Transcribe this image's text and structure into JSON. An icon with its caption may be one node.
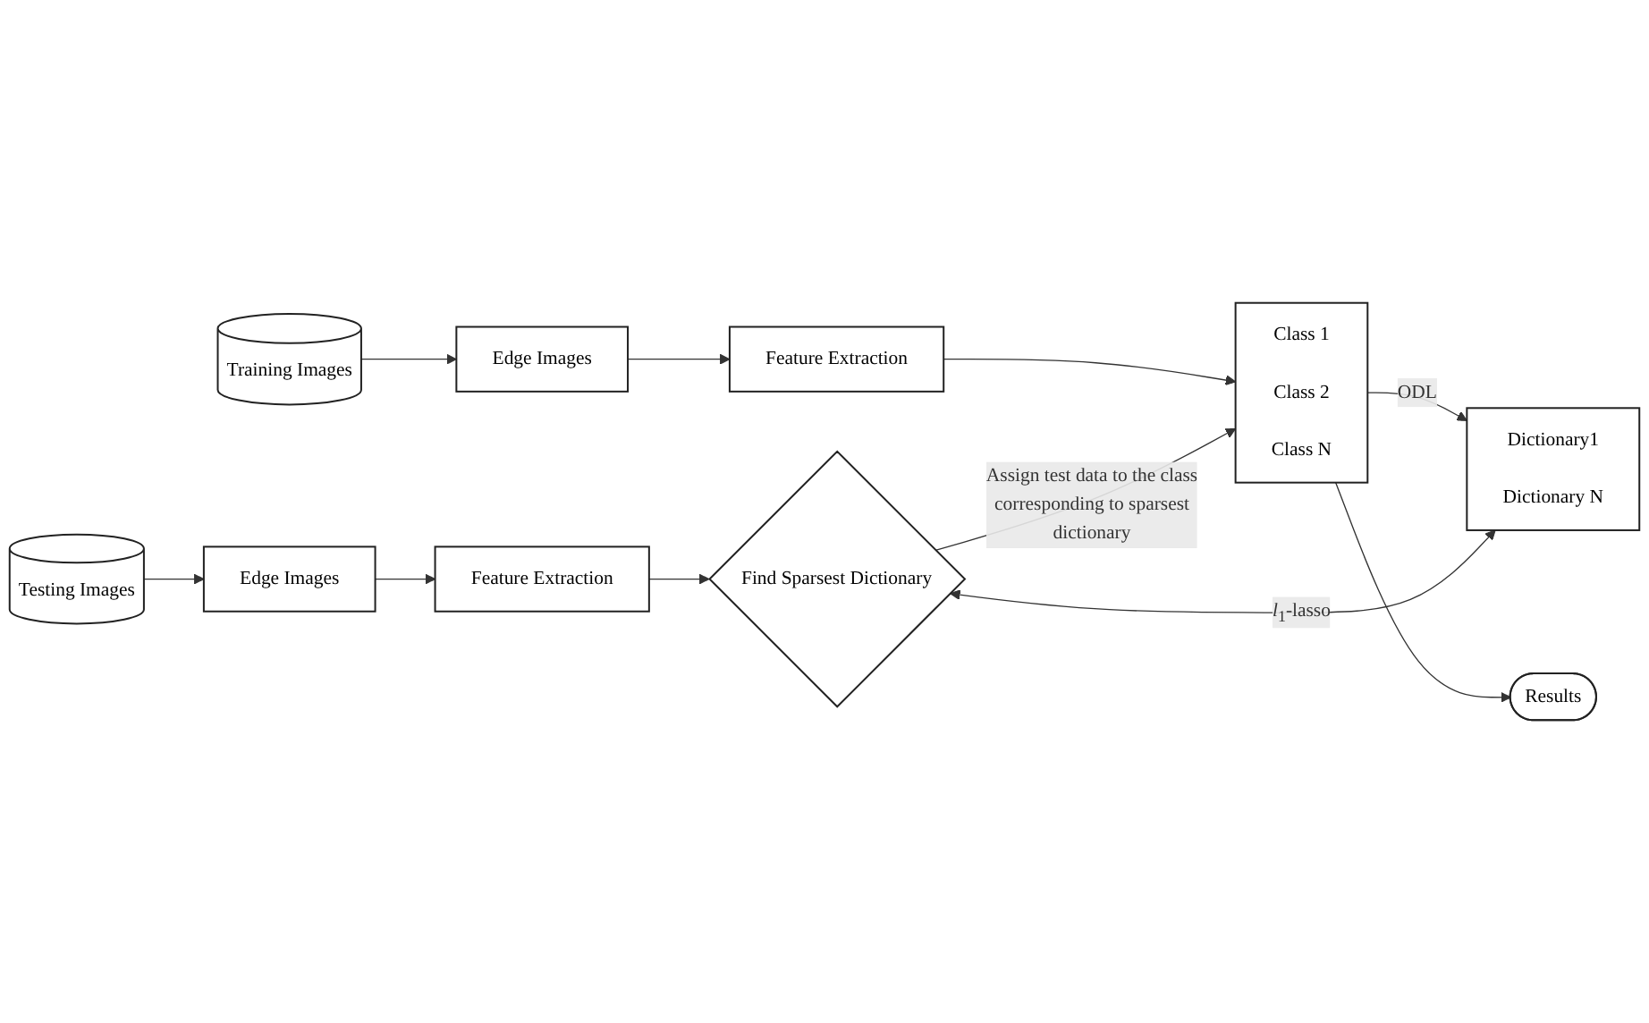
{
  "diagram": {
    "nodes": [
      {
        "text": [
          "Training Images"
        ]
      },
      {
        "text": [
          "Edge Images"
        ]
      },
      {
        "text": [
          "Feature Extraction"
        ]
      },
      {
        "text": [
          "Class 1",
          "Class 2",
          "Class N"
        ]
      },
      {
        "text": [
          "Results"
        ]
      },
      {
        "text": [
          "Dictionary1",
          "Dictionary N"
        ]
      },
      {
        "text": [
          "Testing Images"
        ]
      },
      {
        "text": [
          "Edge Images"
        ]
      },
      {
        "text": [
          "Feature Extraction"
        ]
      },
      {
        "text": [
          "Find Sparsest Dictionary"
        ]
      }
    ],
    "edges": [
      {
        "from": 0,
        "to": 1,
        "arrow": "to"
      },
      {
        "from": 1,
        "to": 2,
        "arrow": "to"
      },
      {
        "from": 2,
        "to": 3,
        "arrow": "to"
      },
      {
        "from": 3,
        "to": 4,
        "arrow": "to"
      },
      {
        "from": 3,
        "to": 5,
        "arrow": "to",
        "label": "ODL"
      },
      {
        "from": 9,
        "to": 5,
        "arrow": "both",
        "label": "*l*$_{1}$-lasso"
      },
      {
        "from": 9,
        "to": 3,
        "arrow": "to",
        "label": "Assign test data to the class corresponding to sparsest dictionary"
      },
      {
        "from": 6,
        "to": 7,
        "arrow": "to"
      },
      {
        "from": 7,
        "to": 8,
        "arrow": "to"
      },
      {
        "from": 8,
        "to": 9,
        "arrow": "to"
      }
    ]
  }
}
